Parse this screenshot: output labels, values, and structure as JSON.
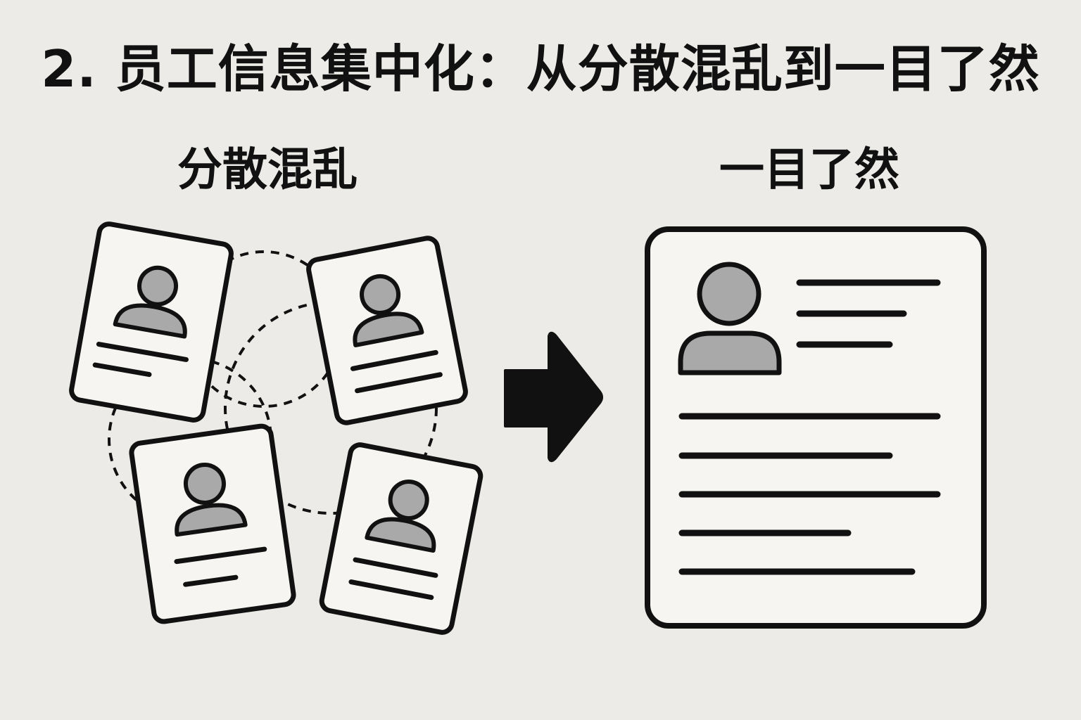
{
  "title": "2. 员工信息集中化：从分散混乱到一目了然",
  "left_label": "分散混乱",
  "right_label": "一目了然",
  "colors": {
    "background": "#ecebe7",
    "card": "#f6f5f1",
    "stroke": "#111111",
    "avatar": "#a9a9a9"
  },
  "icons": {
    "scattered_cards": "employee-card-icon",
    "arrow": "right-arrow-icon",
    "unified_card": "employee-profile-icon"
  }
}
